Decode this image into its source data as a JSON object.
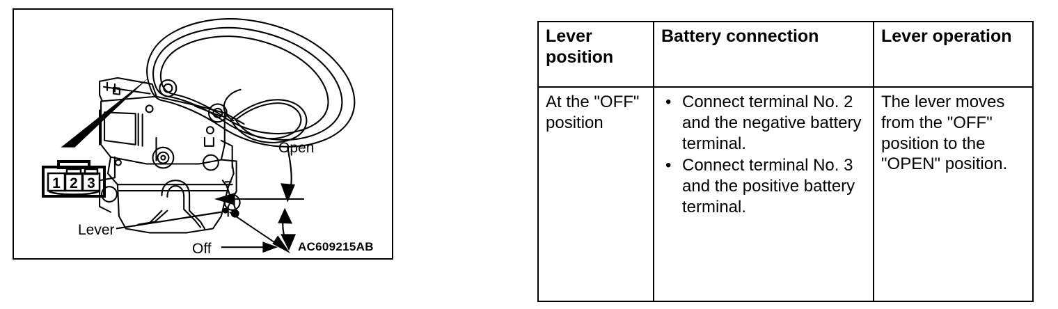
{
  "figure": {
    "caption_code": "AC609215AB",
    "labels": {
      "lever": "Lever",
      "open": "Open",
      "off": "Off"
    },
    "connector": {
      "pins": [
        "1",
        "2",
        "3"
      ]
    },
    "alt": "Door lock actuator assembly line drawing with lever, 3-pin connector, and Off/Open travel arrows"
  },
  "table": {
    "headers": [
      "Lever position",
      "Battery connection",
      "Lever operation"
    ],
    "rows": [
      {
        "lever_position": "At the \"OFF\" position",
        "battery_connection": [
          "Connect terminal No. 2 and the negative battery terminal.",
          "Connect terminal No. 3 and the positive battery terminal."
        ],
        "lever_operation": "The lever moves from the \"OFF\" position to the \"OPEN\" position."
      }
    ]
  },
  "colors": {
    "ink": "#000000",
    "paper": "#ffffff"
  }
}
